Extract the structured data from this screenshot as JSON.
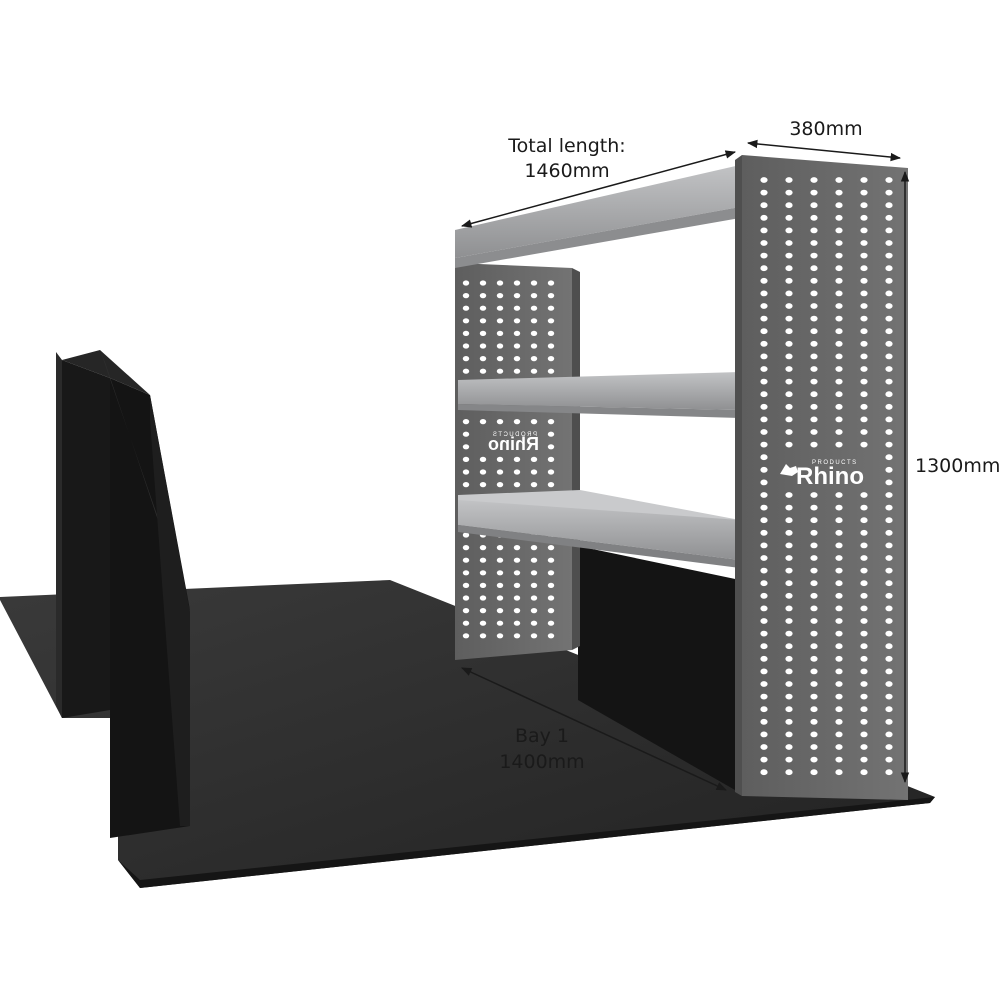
{
  "dimensions": {
    "total_length_label": "Total length:",
    "total_length_value": "1460mm",
    "depth": "380mm",
    "height": "1300mm",
    "bay_label": "Bay 1",
    "bay_value": "1400mm"
  },
  "brand": {
    "name": "Rhino",
    "sub": "PRODUCTS"
  },
  "colors": {
    "floor": "#2b2b2b",
    "end_panel": "#6b6b6b",
    "shelf": "#a9aaac",
    "hole": "#ffffff",
    "divider": "#1c1c1c"
  }
}
